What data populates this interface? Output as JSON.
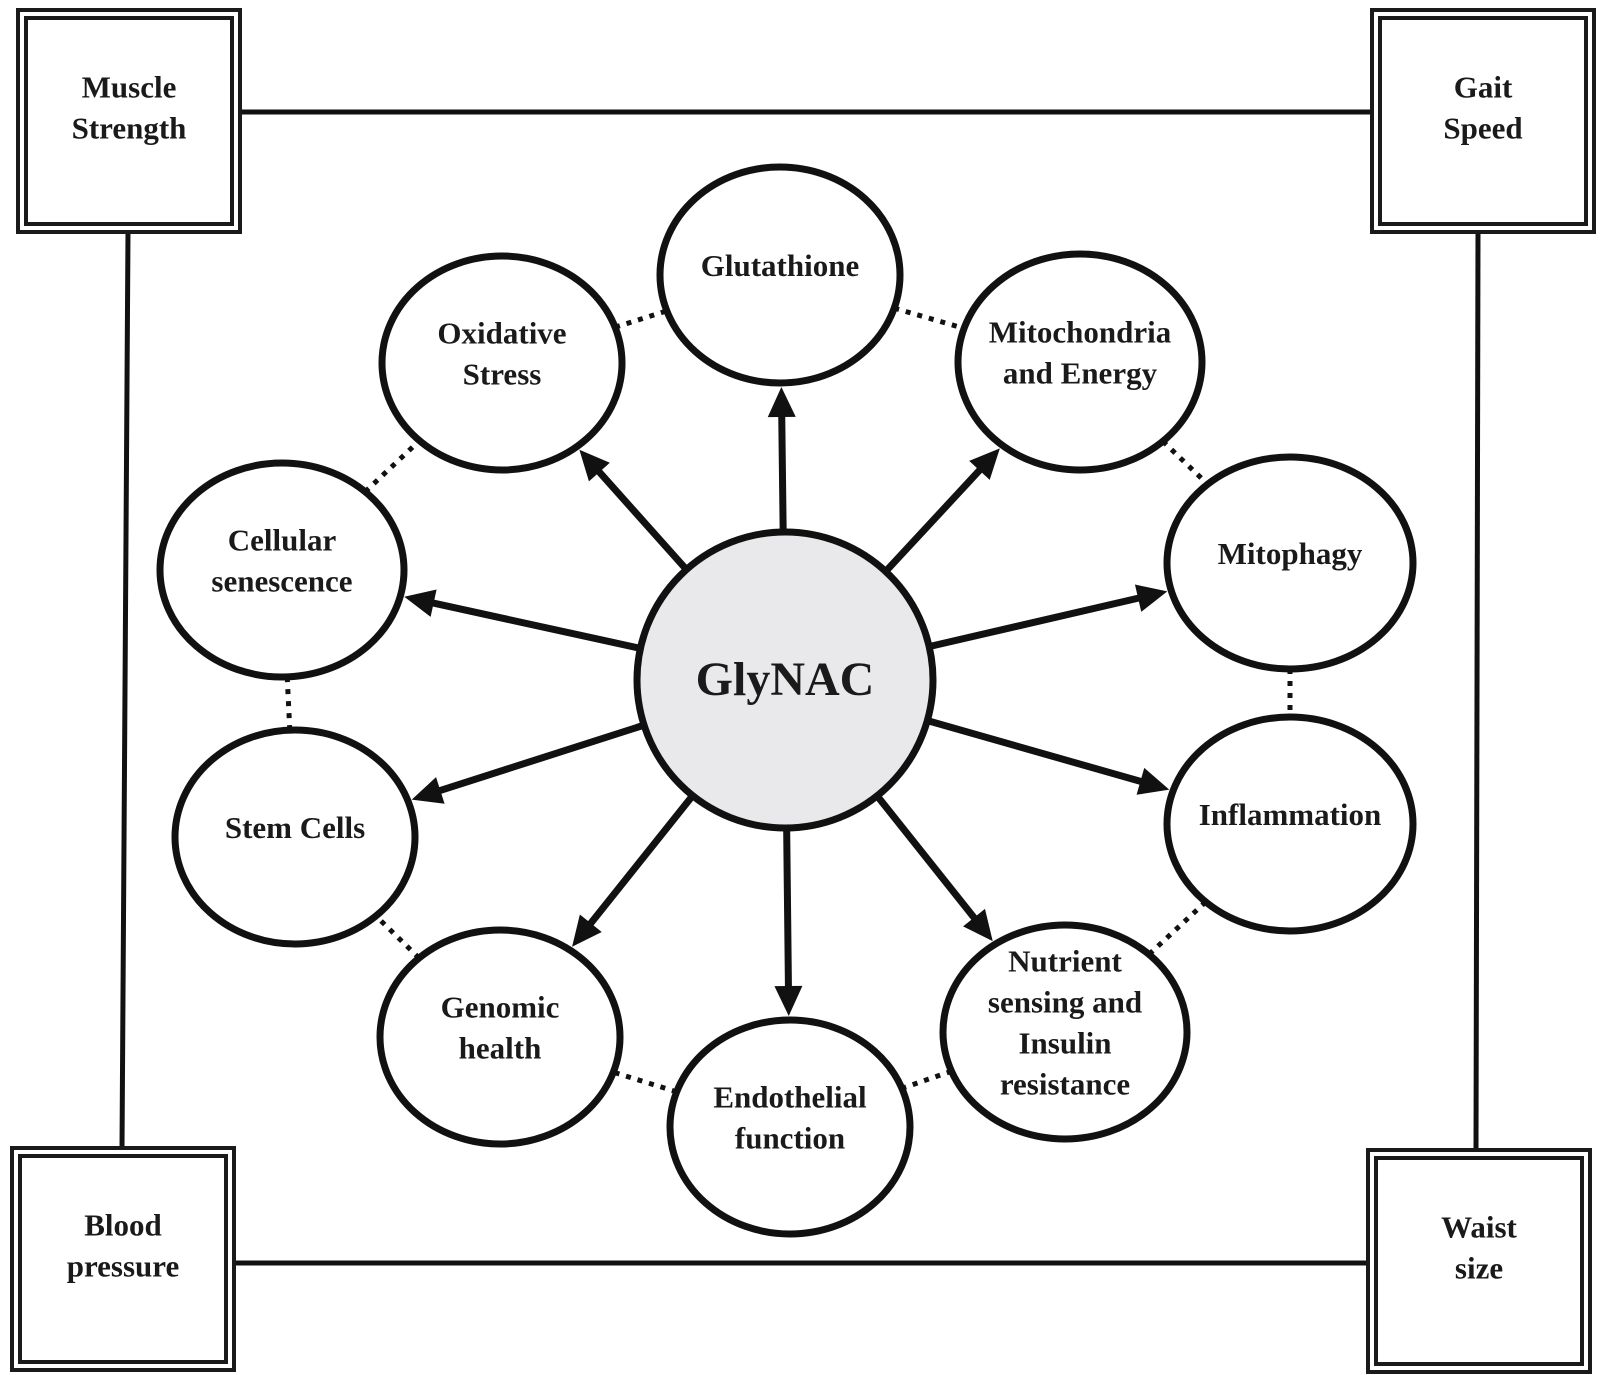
{
  "center": {
    "label": "GlyNAC"
  },
  "nodes": [
    {
      "id": "glutathione",
      "lines": [
        "Glutathione"
      ]
    },
    {
      "id": "mitochondria",
      "lines": [
        "Mitochondria",
        "and Energy"
      ]
    },
    {
      "id": "mitophagy",
      "lines": [
        "Mitophagy"
      ]
    },
    {
      "id": "inflammation",
      "lines": [
        "Inflammation"
      ]
    },
    {
      "id": "nutrient",
      "lines": [
        "Nutrient",
        "sensing and",
        "Insulin",
        "resistance"
      ]
    },
    {
      "id": "endothelial",
      "lines": [
        "Endothelial",
        "function"
      ]
    },
    {
      "id": "genomic",
      "lines": [
        "Genomic",
        "health"
      ]
    },
    {
      "id": "stem-cells",
      "lines": [
        "Stem Cells"
      ]
    },
    {
      "id": "cellular",
      "lines": [
        "Cellular",
        "senescence"
      ]
    },
    {
      "id": "oxidative",
      "lines": [
        "Oxidative",
        "Stress"
      ]
    }
  ],
  "corner_boxes": [
    {
      "id": "muscle",
      "lines": [
        "Muscle",
        "Strength"
      ]
    },
    {
      "id": "gait",
      "lines": [
        "Gait",
        "Speed"
      ]
    },
    {
      "id": "blood",
      "lines": [
        "Blood",
        "pressure"
      ]
    },
    {
      "id": "waist",
      "lines": [
        "Waist",
        "size"
      ]
    }
  ]
}
